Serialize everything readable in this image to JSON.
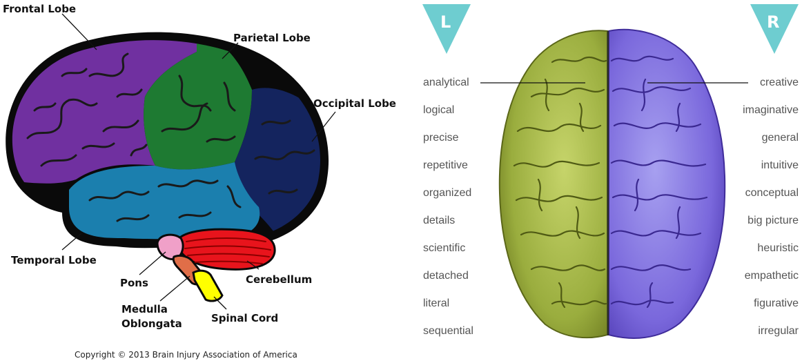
{
  "left_diagram": {
    "labels": {
      "frontal": "Frontal Lobe",
      "parietal": "Parietal Lobe",
      "occipital": "Occipital Lobe",
      "temporal": "Temporal Lobe",
      "pons": "Pons",
      "medulla_line1": "Medulla",
      "medulla_line2": "Oblongata",
      "cerebellum": "Cerebellum",
      "spinal": "Spinal Cord"
    },
    "colors": {
      "frontal": "#7030a0",
      "parietal": "#1e7a32",
      "occipital": "#14245e",
      "temporal": "#1b7fae",
      "cerebellum": "#e8141c",
      "pons": "#f0a0c8",
      "medulla": "#e06e48",
      "spinal": "#ffff00",
      "outline": "#0a0a0a"
    },
    "copyright": "Copyright © 2013 Brain Injury Association of America"
  },
  "right_diagram": {
    "left_marker": "L",
    "right_marker": "R",
    "marker_color": "#6ecdd0",
    "left_hemisphere_color": "#a8b848",
    "right_hemisphere_color": "#7a6ad8",
    "left_traits": [
      "analytical",
      "logical",
      "precise",
      "repetitive",
      "organized",
      "details",
      "scientific",
      "detached",
      "literal",
      "sequential"
    ],
    "right_traits": [
      "creative",
      "imaginative",
      "general",
      "intuitive",
      "conceptual",
      "big picture",
      "heuristic",
      "empathetic",
      "figurative",
      "irregular"
    ]
  }
}
